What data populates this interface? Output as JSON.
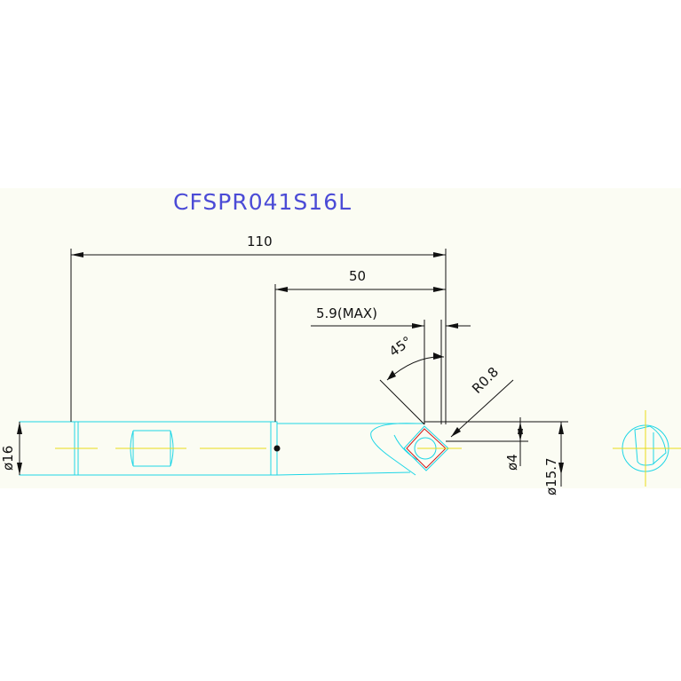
{
  "drawing": {
    "title": "CFSPR041S16L",
    "dimensions": {
      "overall_length": "110",
      "neck_length": "50",
      "max_depth": "5.9(MAX)",
      "angle": "45°",
      "corner_radius": "R0.8",
      "shank_diameter": "ø16",
      "min_bore": "ø4",
      "head_diameter": "ø15.7"
    }
  },
  "colors": {
    "title": "#4b4bd6",
    "outline": "#1fd6e6",
    "centerline": "#e8dc1a",
    "insert": "#d11a1a",
    "dimension": "#111111",
    "band": "#fbfcf3"
  }
}
